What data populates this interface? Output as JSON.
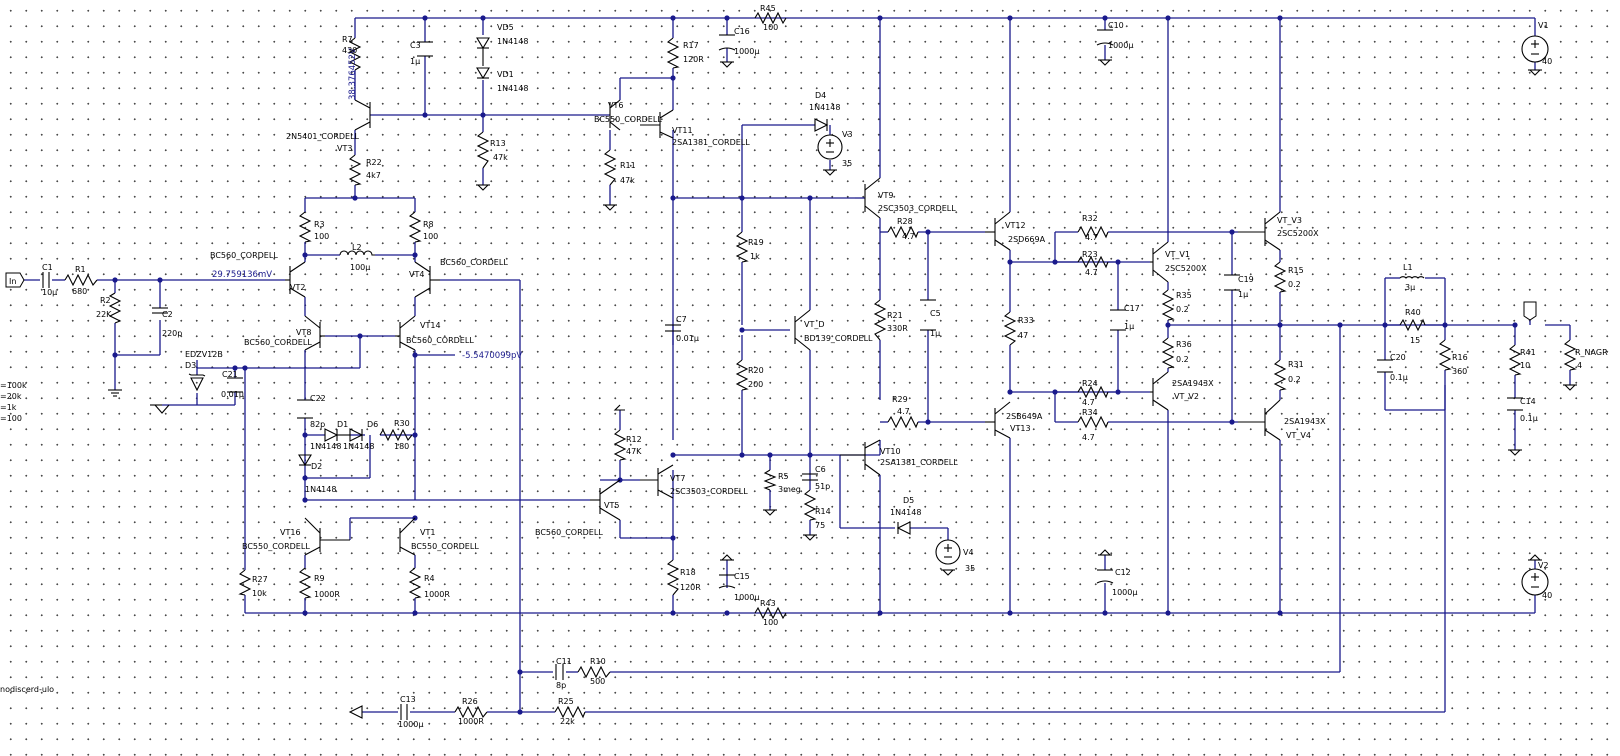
{
  "schematic": {
    "input_port": "In",
    "output_node_label": "",
    "left_params": [
      "=100k",
      "=20k",
      "=1k",
      "=100"
    ],
    "left_bottom_label": "nodiscerd-ulo",
    "probes": {
      "vt3_emitter": "38.376452V",
      "input_stage": "29.759136mV",
      "vt14_out": "-5.5470099pV"
    },
    "components": [
      {
        "ref": "C1",
        "value": "10µ"
      },
      {
        "ref": "R1",
        "value": "680"
      },
      {
        "ref": "R2",
        "value": "22K"
      },
      {
        "ref": "C2",
        "value": "220p"
      },
      {
        "ref": "R7",
        "value": "430"
      },
      {
        "ref": "C3",
        "value": "1µ"
      },
      {
        "ref": "VD5",
        "value": "1N4148"
      },
      {
        "ref": "VD1",
        "value": "1N4148"
      },
      {
        "ref": "R13",
        "value": "47k"
      },
      {
        "ref": "VT3",
        "value": "2N5401_CORDELL"
      },
      {
        "ref": "R22",
        "value": "4k7"
      },
      {
        "ref": "R3",
        "value": "100"
      },
      {
        "ref": "R8",
        "value": "100"
      },
      {
        "ref": "L2",
        "value": "100µ"
      },
      {
        "ref": "VT2",
        "value": "BC560_CORDELL"
      },
      {
        "ref": "VT4",
        "value": "BC560_CORDELL"
      },
      {
        "ref": "VT8",
        "value": "BC560_CORDELL"
      },
      {
        "ref": "VT14",
        "value": "BC560_CORDELL"
      },
      {
        "ref": "D3",
        "value": "EDZV12B"
      },
      {
        "ref": "C21",
        "value": "0.01µ"
      },
      {
        "ref": "C22",
        "value": "82p"
      },
      {
        "ref": "D1",
        "value": "1N4148"
      },
      {
        "ref": "D6",
        "value": "1N4148"
      },
      {
        "ref": "D2",
        "value": "1N4148"
      },
      {
        "ref": "R30",
        "value": "180"
      },
      {
        "ref": "VT16",
        "value": "BC550_CORDELL"
      },
      {
        "ref": "VT1",
        "value": "BC550_CORDELL"
      },
      {
        "ref": "R9",
        "value": "1000R"
      },
      {
        "ref": "R4",
        "value": "1000R"
      },
      {
        "ref": "R27",
        "value": "10k"
      },
      {
        "ref": "R17",
        "value": "120R"
      },
      {
        "ref": "C16",
        "value": "1000µ"
      },
      {
        "ref": "R45",
        "value": "100"
      },
      {
        "ref": "VT6",
        "value": "BC550_CORDELL"
      },
      {
        "ref": "VT11",
        "value": "2SA1381_CORDELL"
      },
      {
        "ref": "R11",
        "value": "47k"
      },
      {
        "ref": "D4",
        "value": "1N4148"
      },
      {
        "ref": "V3",
        "value": "35"
      },
      {
        "ref": "C7",
        "value": "0.01µ"
      },
      {
        "ref": "R19",
        "value": "1k"
      },
      {
        "ref": "R20",
        "value": "200"
      },
      {
        "ref": "VT_D",
        "value": "BD139_CORDELL"
      },
      {
        "ref": "R12",
        "value": "47K"
      },
      {
        "ref": "VT7",
        "value": "2SC3503_CORDELL"
      },
      {
        "ref": "VT5",
        "value": "BC560_CORDELL"
      },
      {
        "ref": "R5",
        "value": "3meg"
      },
      {
        "ref": "C6",
        "value": "51p"
      },
      {
        "ref": "R14",
        "value": "75"
      },
      {
        "ref": "R18",
        "value": "120R"
      },
      {
        "ref": "C15",
        "value": "1000µ"
      },
      {
        "ref": "R43",
        "value": "100"
      },
      {
        "ref": "VT9",
        "value": "2SC3503_CORDELL"
      },
      {
        "ref": "R28",
        "value": "4.7"
      },
      {
        "ref": "R21",
        "value": "330R"
      },
      {
        "ref": "C5",
        "value": "1µ"
      },
      {
        "ref": "R29",
        "value": "4.7"
      },
      {
        "ref": "VT10",
        "value": "2SA1381_CORDELL"
      },
      {
        "ref": "D5",
        "value": "1N4148"
      },
      {
        "ref": "V4",
        "value": "35"
      },
      {
        "ref": "VT12",
        "value": "2SD669A"
      },
      {
        "ref": "R33",
        "value": "47"
      },
      {
        "ref": "VT13",
        "value": "2SB649A"
      },
      {
        "ref": "C10",
        "value": "1000µ"
      },
      {
        "ref": "C12",
        "value": "1000µ"
      },
      {
        "ref": "R32",
        "value": "4.7"
      },
      {
        "ref": "R23",
        "value": "4.7"
      },
      {
        "ref": "R24",
        "value": "4.7"
      },
      {
        "ref": "R34",
        "value": "4.7"
      },
      {
        "ref": "C17",
        "value": "1µ"
      },
      {
        "ref": "C19",
        "value": "1µ"
      },
      {
        "ref": "VT_V1",
        "value": "2SC5200X"
      },
      {
        "ref": "VT_V3",
        "value": "2SC5200X"
      },
      {
        "ref": "VT_V2",
        "value": "2SA1943X"
      },
      {
        "ref": "VT_V4",
        "value": "2SA1943X"
      },
      {
        "ref": "R35",
        "value": "0.2"
      },
      {
        "ref": "R36",
        "value": "0.2"
      },
      {
        "ref": "R15",
        "value": "0.2"
      },
      {
        "ref": "R31",
        "value": "0.2"
      },
      {
        "ref": "L1",
        "value": "3µ"
      },
      {
        "ref": "R40",
        "value": "15"
      },
      {
        "ref": "C20",
        "value": "0.1µ"
      },
      {
        "ref": "R16",
        "value": "360"
      },
      {
        "ref": "R41",
        "value": "10"
      },
      {
        "ref": "C14",
        "value": "0.1µ"
      },
      {
        "ref": "R_NAGR",
        "value": "4"
      },
      {
        "ref": "V1",
        "value": "40"
      },
      {
        "ref": "V2",
        "value": "40"
      },
      {
        "ref": "C11",
        "value": "8p"
      },
      {
        "ref": "R10",
        "value": "500"
      },
      {
        "ref": "C13",
        "value": "1000µ"
      },
      {
        "ref": "R26",
        "value": "1000R"
      },
      {
        "ref": "R25",
        "value": "22k"
      }
    ]
  }
}
